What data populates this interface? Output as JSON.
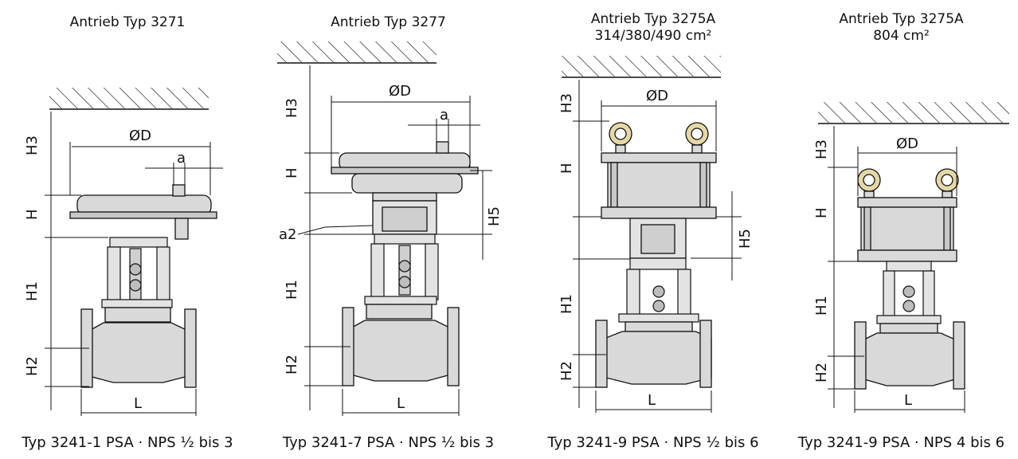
{
  "panels": [
    {
      "title": "Antrieb Typ 3271",
      "subtitle": "",
      "caption": "Typ 3241-1 PSA · NPS ½ bis 3",
      "labels": {
        "d": "ØD",
        "a": "a",
        "h3": "H3",
        "h": "H",
        "h1": "H1",
        "h2": "H2",
        "l": "L"
      }
    },
    {
      "title": "Antrieb Typ 3277",
      "subtitle": "",
      "caption": "Typ 3241-7 PSA · NPS ½ bis 3",
      "labels": {
        "d": "ØD",
        "a": "a",
        "a2": "a2",
        "h3": "H3",
        "h": "H",
        "h5": "H5",
        "h1": "H1",
        "h2": "H2",
        "l": "L"
      }
    },
    {
      "title": "Antrieb Typ 3275A",
      "subtitle": "314/380/490 cm²",
      "caption": "Typ 3241-9 PSA · NPS ½ bis 6",
      "labels": {
        "d": "ØD",
        "h3": "H3",
        "h": "H",
        "h5": "H5",
        "h1": "H1",
        "h2": "H2",
        "l": "L"
      }
    },
    {
      "title": "Antrieb Typ 3275A",
      "subtitle": "804 cm²",
      "caption": "Typ 3241-9 PSA · NPS 4 bis 6",
      "labels": {
        "d": "ØD",
        "h3": "H3",
        "h": "H",
        "h1": "H1",
        "h2": "H2",
        "l": "L"
      }
    }
  ]
}
